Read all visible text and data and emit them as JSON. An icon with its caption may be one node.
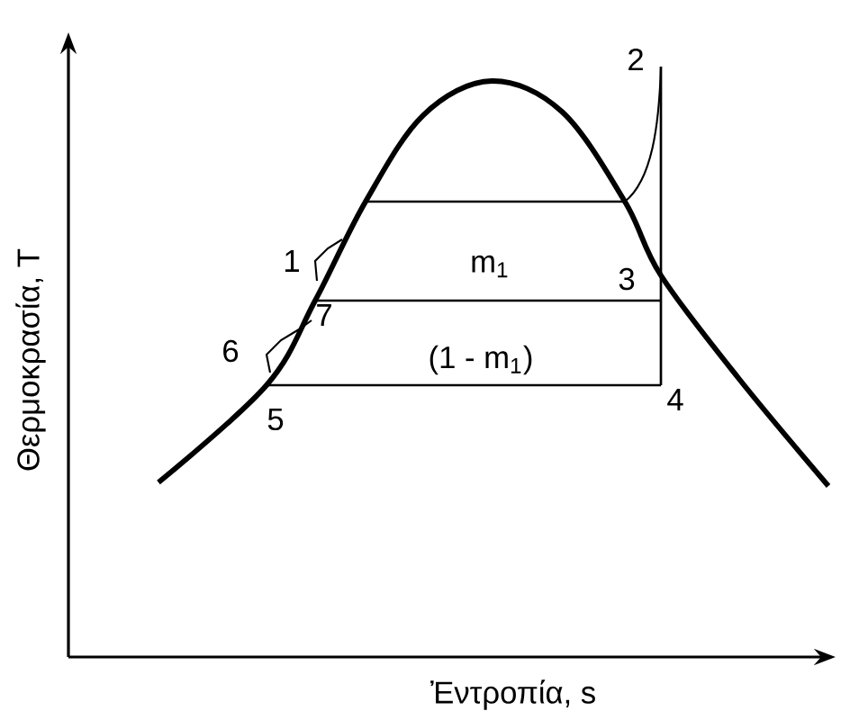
{
  "diagram": {
    "labels": [
      "2",
      "1",
      "m$_{1}$",
      "3",
      "6",
      "7",
      "(1 - m$_{1}$)",
      "5",
      "4",
      "Θερμοκρασία, T",
      "Ἐντροπία, s"
    ]
  }
}
